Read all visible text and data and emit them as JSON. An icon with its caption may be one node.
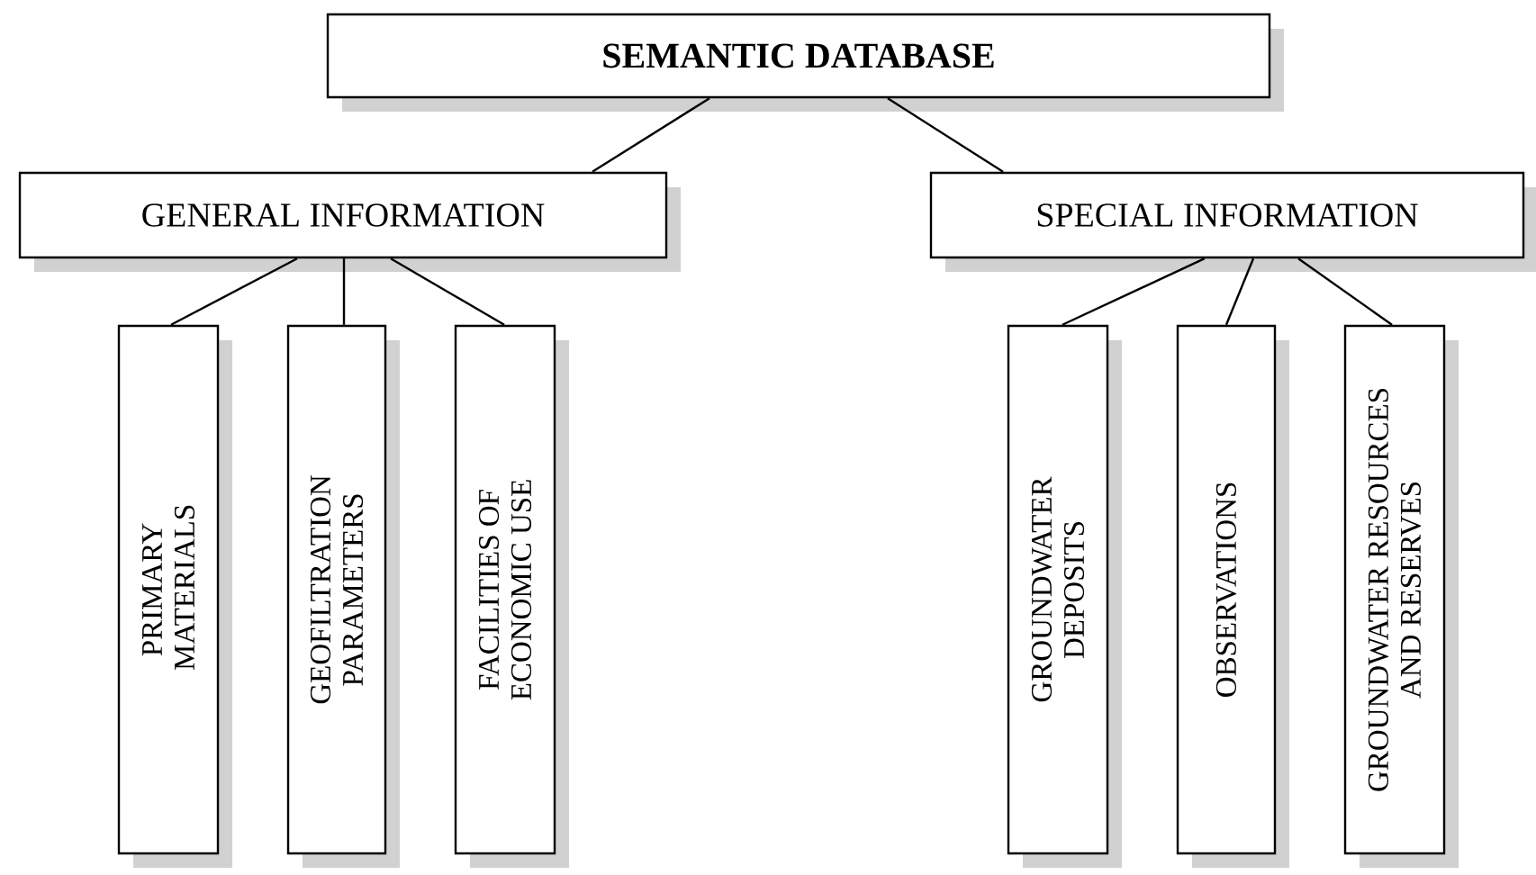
{
  "diagram": {
    "nodes": [
      {
        "text": [
          "SEMANTIC DATABASE"
        ]
      },
      {
        "text": [
          "GENERAL INFORMATION"
        ]
      },
      {
        "text": [
          "SPECIAL INFORMATION"
        ]
      },
      {
        "text": [
          "PRIMARY MATERIALS"
        ]
      },
      {
        "text": [
          "GEOFILTRATION PARAMETERS"
        ]
      },
      {
        "text": [
          "FACILITIES OF ECONOMIC USE"
        ]
      },
      {
        "text": [
          "GROUNDWATER DEPOSITS"
        ]
      },
      {
        "text": [
          "OBSERVATIONS"
        ]
      },
      {
        "text": [
          "GROUNDWATER RESOURCES AND RESERVES"
        ]
      }
    ],
    "edges": [
      {
        "from": 0,
        "to": 1,
        "arrow": "none"
      },
      {
        "from": 0,
        "to": 2,
        "arrow": "none"
      },
      {
        "from": 1,
        "to": 3,
        "arrow": "none"
      },
      {
        "from": 1,
        "to": 4,
        "arrow": "none"
      },
      {
        "from": 1,
        "to": 5,
        "arrow": "none"
      },
      {
        "from": 2,
        "to": 6,
        "arrow": "none"
      },
      {
        "from": 2,
        "to": 7,
        "arrow": "none"
      },
      {
        "from": 2,
        "to": 8,
        "arrow": "none"
      }
    ]
  }
}
